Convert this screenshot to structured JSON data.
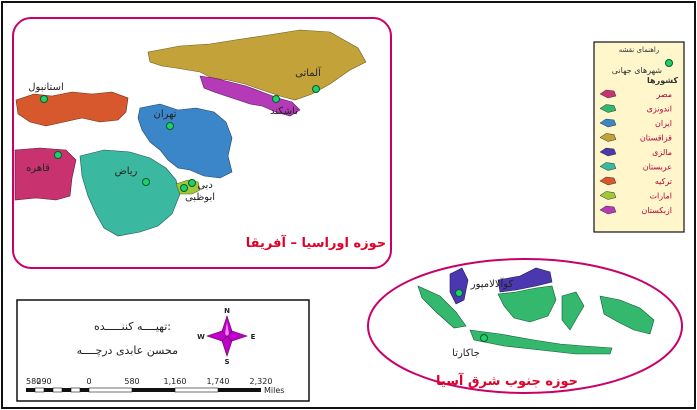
{
  "colors": {
    "frame": "#111111",
    "ellipse": "#c8006a",
    "title_text": "#e0002a",
    "legend_bg": "#fff6cc",
    "city_marker": "#1fd16a"
  },
  "panels": {
    "eurasia_africa": {
      "title": "حوزه اوراسیا – آفریقا"
    },
    "southeast_asia": {
      "title": "حوزه جنوب شرق آسیا"
    }
  },
  "cities": {
    "almaty": "آلماتی",
    "istanbul": "استانبول",
    "tehran": "تهران",
    "tashkent": "تاشکند",
    "cairo": "قاهره",
    "riyadh": "ریاض",
    "dubai": "دبی",
    "abu_dhabi": "ابوظبی",
    "kuala_lumpur": "کوآلالامپور",
    "jakarta": "جاکارتا"
  },
  "legend": {
    "title": "راهنمای نقشه",
    "cities_label": "شهرهای جهانی",
    "countries_heading": "کشورها",
    "items": [
      {
        "label": "مصر",
        "color": "#c8326e"
      },
      {
        "label": "اندونزی",
        "color": "#33b86e"
      },
      {
        "label": "ایران",
        "color": "#3a86c8"
      },
      {
        "label": "قزاقستان",
        "color": "#c4a23a"
      },
      {
        "label": "مالزی",
        "color": "#4b38b0"
      },
      {
        "label": "عربستان",
        "color": "#3ab8a0"
      },
      {
        "label": "ترکیه",
        "color": "#d8582e"
      },
      {
        "label": "امارات",
        "color": "#a0c83a"
      },
      {
        "label": "ازبکستان",
        "color": "#b43ab8"
      }
    ]
  },
  "credit": {
    "line1": "تهیــــه کننـــــده:",
    "line2": "محسن عابدی درچــــه"
  },
  "north_arrow": {
    "n": "N",
    "s": "S",
    "e": "E",
    "w": "W"
  },
  "scale": {
    "ticks": [
      "580",
      "290",
      "0",
      "580",
      "1,160",
      "1,740",
      "2,320"
    ],
    "unit": "Miles"
  }
}
